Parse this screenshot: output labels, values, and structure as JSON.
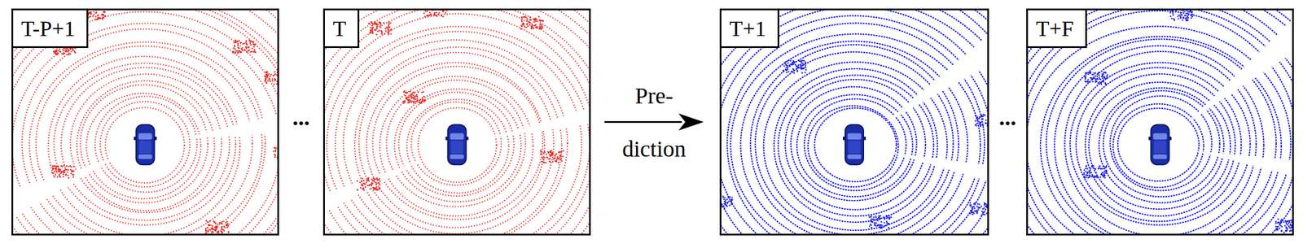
{
  "diagram": {
    "nodes": [
      {
        "text": [
          "T-P+1"
        ]
      },
      {
        "text": [
          "T"
        ]
      },
      {
        "text": [
          "T+1"
        ]
      },
      {
        "text": [
          "T+F"
        ]
      }
    ],
    "edges": [
      {
        "from": 1,
        "to": 2,
        "arrow": "to",
        "label": "Pre- diction"
      }
    ],
    "labels": [
      "...",
      "..."
    ]
  }
}
